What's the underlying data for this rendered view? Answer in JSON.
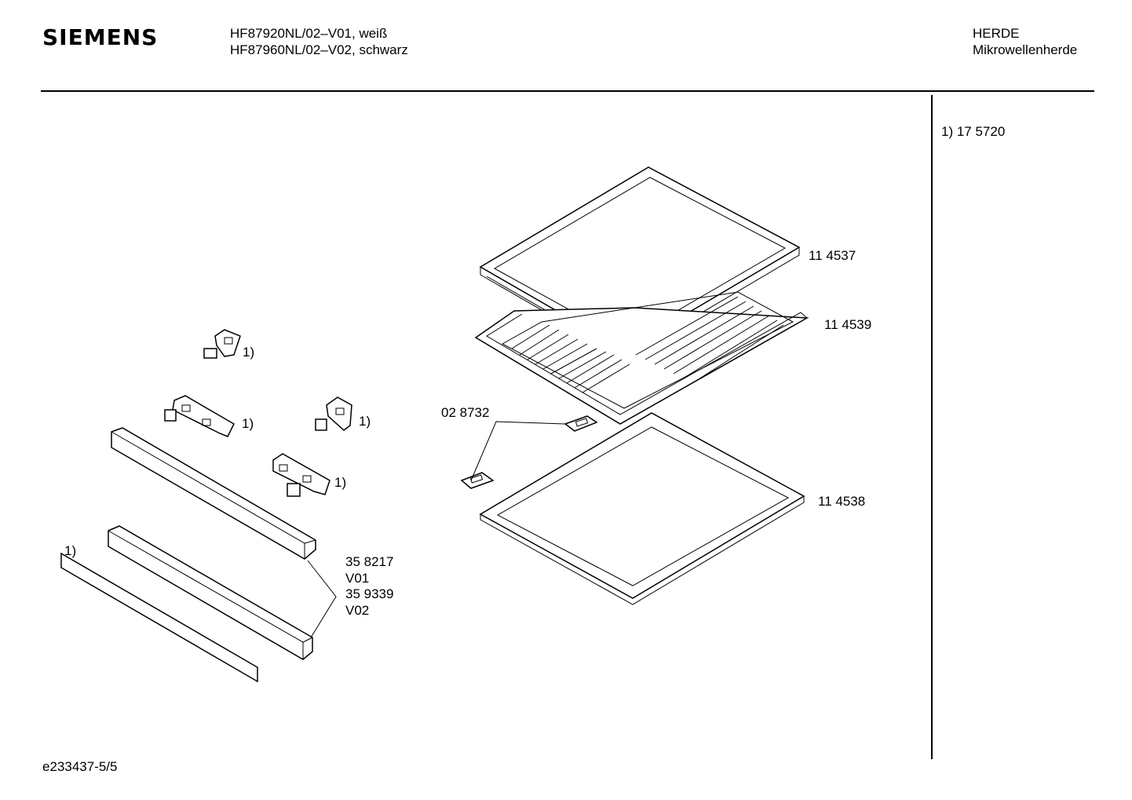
{
  "header": {
    "brand": "SIEMENS",
    "model_line_1": "HF87920NL/02–V01, weiß",
    "model_line_2": "HF87960NL/02–V02, schwarz",
    "category_line_1": "HERDE",
    "category_line_2": "Mikrowellenherde"
  },
  "side_note": "1)  17 5720",
  "footer": "e233437-5/5",
  "labels": {
    "tray_top": "11 4537",
    "grid": "11 4539",
    "tray_bottom": "11 4538",
    "clip": "02 8732",
    "strip_a_code": "35 8217",
    "strip_a_variant": "V01",
    "strip_b_code": "35 9339",
    "strip_b_variant": "V02",
    "ref_bracket_1": "1)",
    "ref_bracket_2": "1)",
    "ref_bracket_3": "1)",
    "ref_bracket_4": "1)",
    "ref_strip": "1)"
  }
}
